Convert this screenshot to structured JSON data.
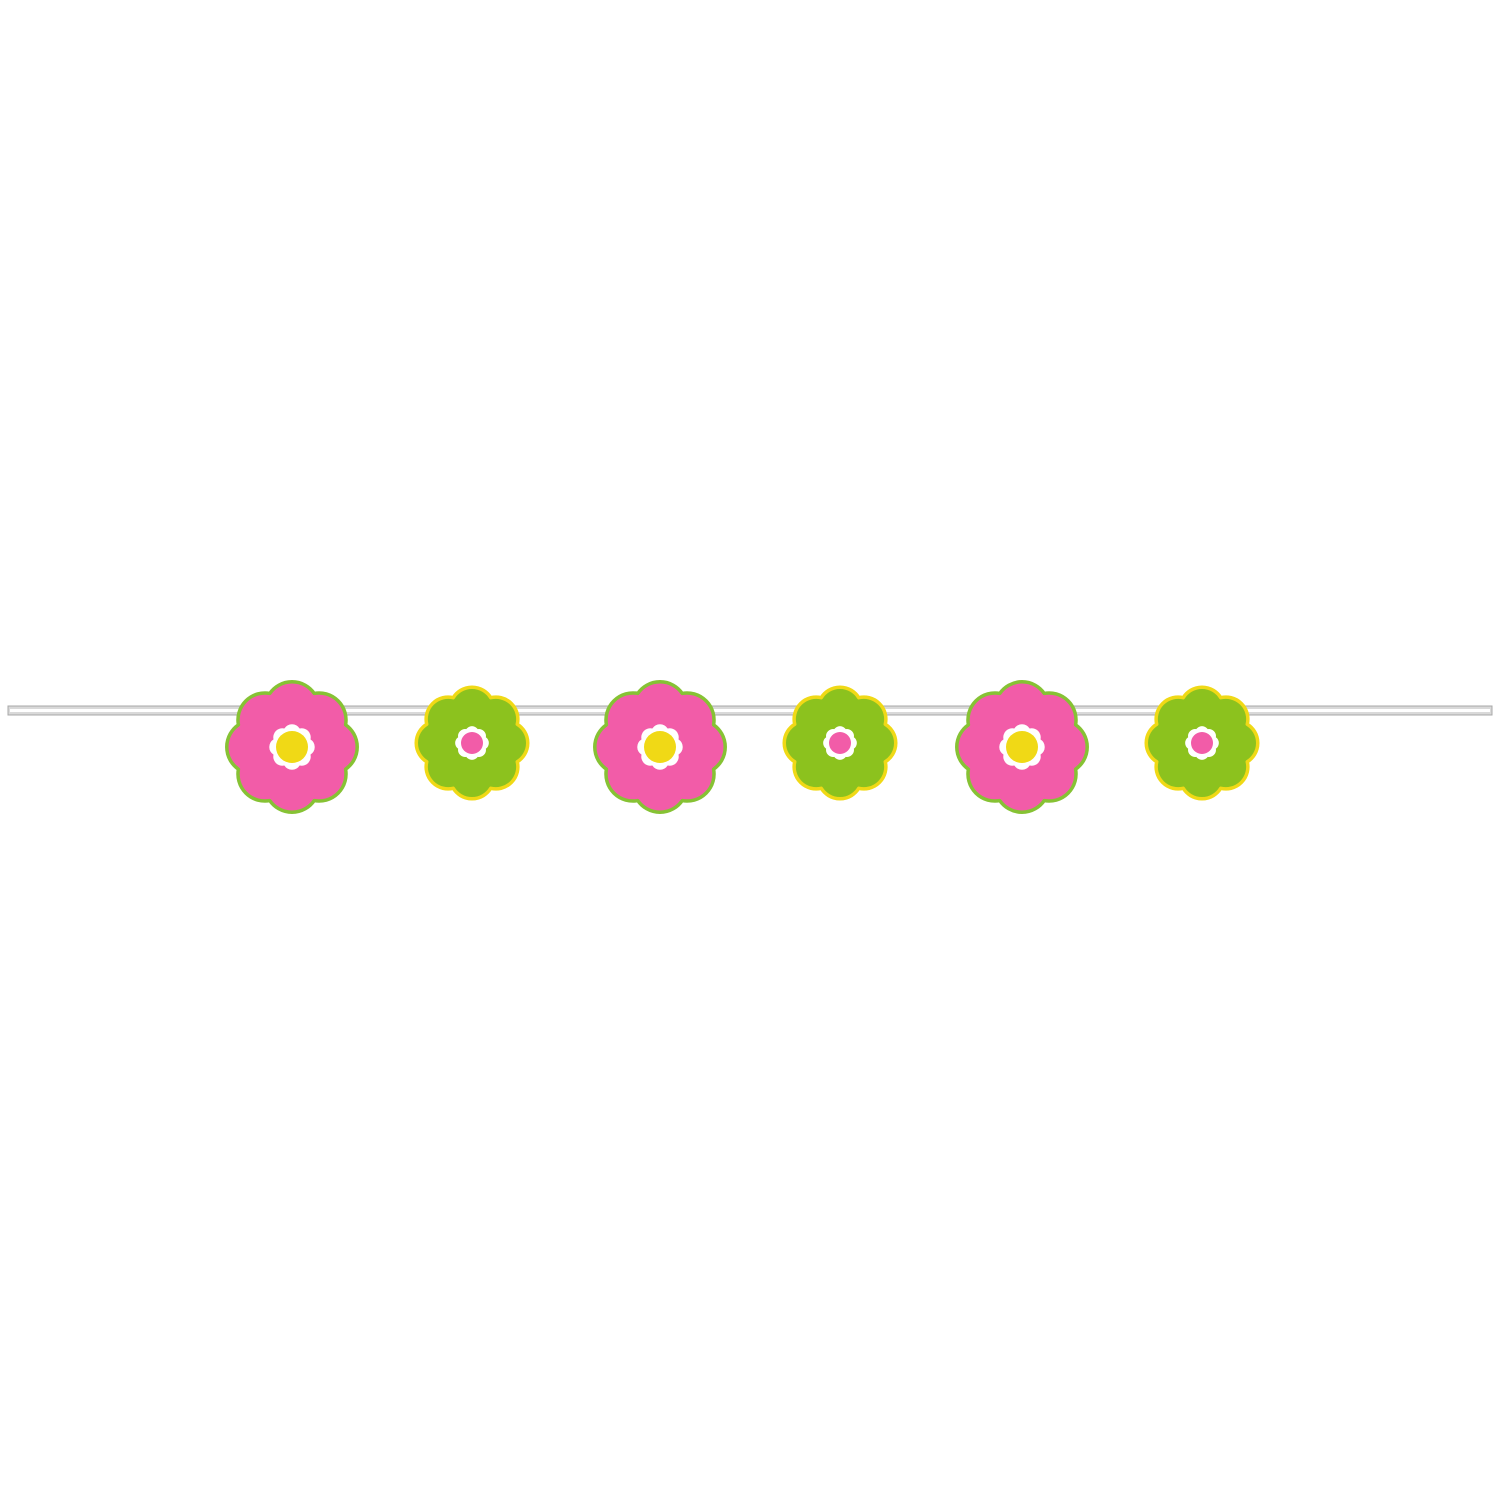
{
  "garland": {
    "description_colors": {
      "background": "#ffffff",
      "string": "#d9d9d9",
      "string_edge": "#a8a8a8"
    },
    "flowers": [
      {
        "style": "large-pink",
        "petal_color": "#f25ca8",
        "outline_color": "#86c234",
        "ring_color": "#ffffff",
        "center_color": "#f0d916"
      },
      {
        "style": "small-green",
        "petal_color": "#8cc21e",
        "outline_color": "#f0d916",
        "ring_color": "#ffffff",
        "center_color": "#f25ca8"
      },
      {
        "style": "large-pink",
        "petal_color": "#f25ca8",
        "outline_color": "#86c234",
        "ring_color": "#ffffff",
        "center_color": "#f0d916"
      },
      {
        "style": "small-green",
        "petal_color": "#8cc21e",
        "outline_color": "#f0d916",
        "ring_color": "#ffffff",
        "center_color": "#f25ca8"
      },
      {
        "style": "large-pink",
        "petal_color": "#f25ca8",
        "outline_color": "#86c234",
        "ring_color": "#ffffff",
        "center_color": "#f0d916"
      },
      {
        "style": "small-green",
        "petal_color": "#8cc21e",
        "outline_color": "#f0d916",
        "ring_color": "#ffffff",
        "center_color": "#f25ca8"
      }
    ]
  }
}
